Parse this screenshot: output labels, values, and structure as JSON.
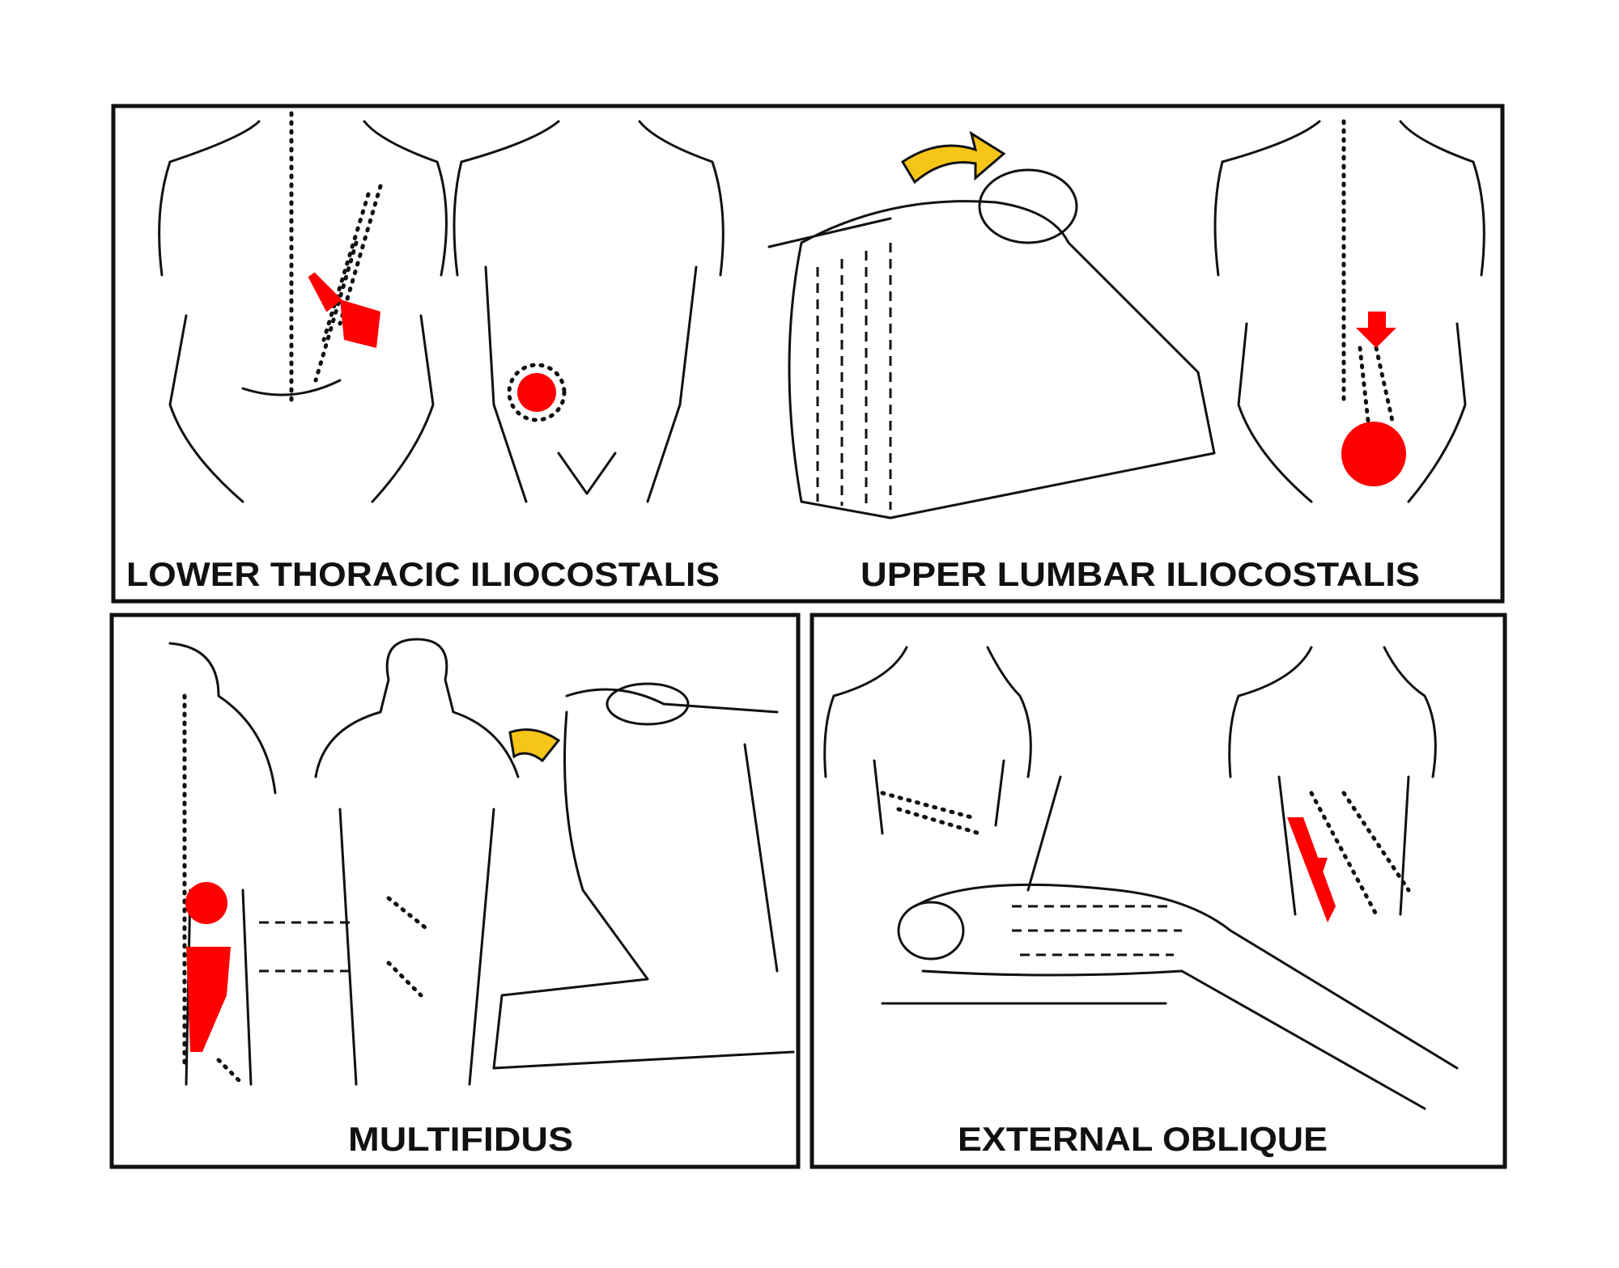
{
  "panels": [
    {
      "label": "LOWER THORACIC ILIOCOSTALIS"
    },
    {
      "label": "UPPER LUMBAR ILIOCOSTALIS"
    },
    {
      "label": "MULTIFIDUS"
    },
    {
      "label": "EXTERNAL OBLIQUE"
    }
  ],
  "colors": {
    "pain": "#ff0000",
    "stretch_arrow": "#f5c518",
    "ink": "#111111"
  }
}
